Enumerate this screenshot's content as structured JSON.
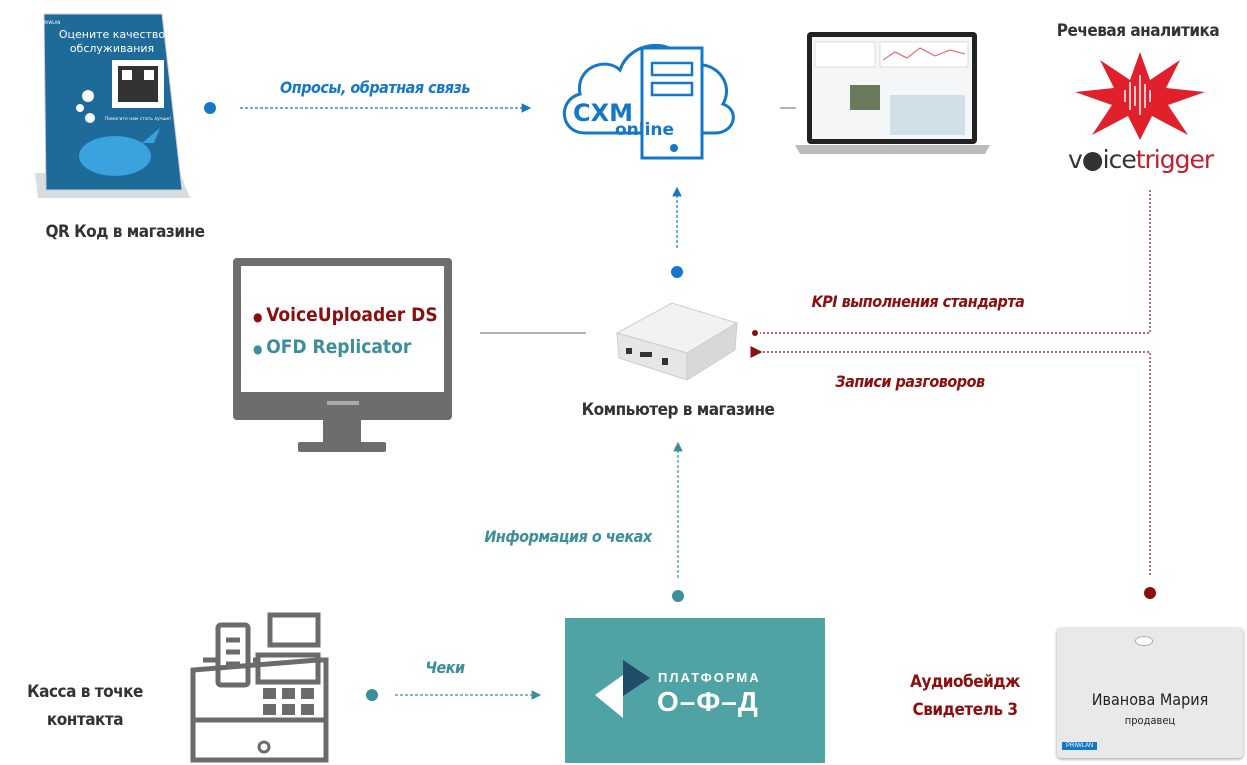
{
  "colors": {
    "blue": "#1478c8",
    "teal": "#3b8e9a",
    "red": "#8b0f0f",
    "ofd": "#4fa3a4",
    "gray": "#6b6b6b"
  },
  "qr_stand": {
    "brand": "PRIWLAN",
    "title_line1": "Оцените качество",
    "title_line2": "обслуживания",
    "caption": "Помогите нам стать лучше!",
    "label": "QR Код в магазине"
  },
  "flows": {
    "surveys": "Опросы, обратная связь",
    "kpi": "KPI выполнения стандарта",
    "recordings": "Записи разговоров",
    "receipts_info": "Информация о чеках",
    "receipts": "Чеки"
  },
  "cloud": {
    "line1": "CXM",
    "line2": "online"
  },
  "speech": {
    "title": "Речевая аналитика",
    "logo_a": "v",
    "logo_b": "ice",
    "logo_c": "trigger"
  },
  "monitor": {
    "items": [
      {
        "label": "VoiceUploader DS",
        "color": "#8b0f0f"
      },
      {
        "label": "OFD Replicator",
        "color": "#3b8e9a"
      }
    ]
  },
  "store_pc": {
    "label": "Компьютер в магазине"
  },
  "register": {
    "label_line1": "Касса в точке",
    "label_line2": "контакта"
  },
  "ofd": {
    "line1": "ПЛАТФОРМА",
    "line2": "О–Ф–Д"
  },
  "badge": {
    "label_line1": "Аудиобейдж",
    "label_line2": "Свидетель 3",
    "name": "Иванова Мария",
    "role": "продавец",
    "brand": "PRIWLAN"
  }
}
